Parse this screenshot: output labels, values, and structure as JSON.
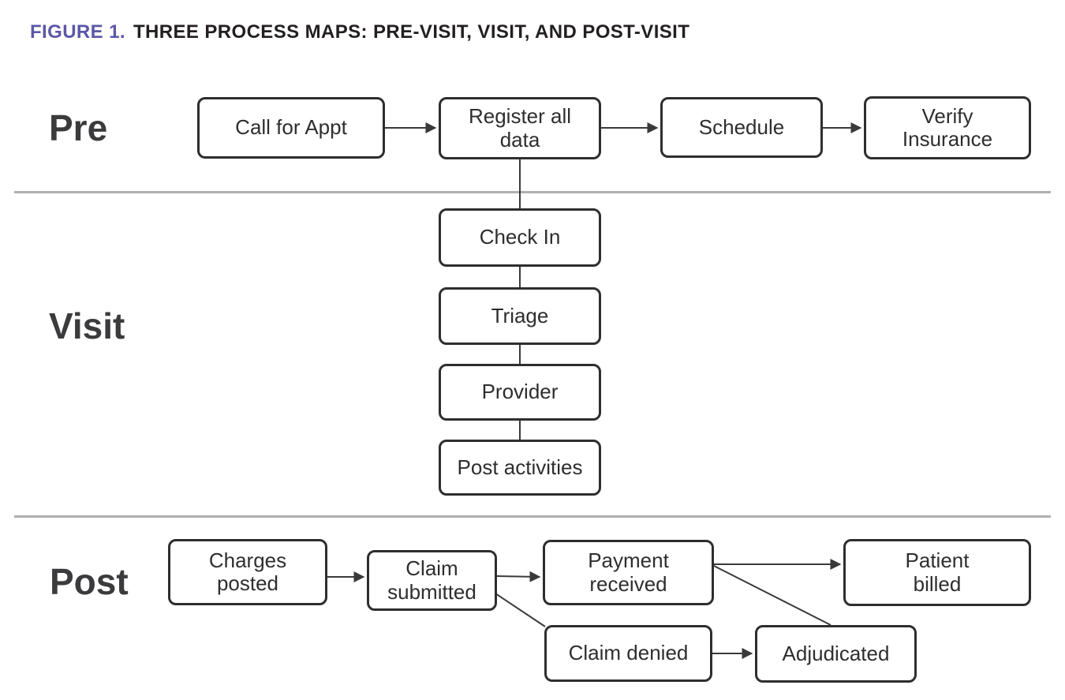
{
  "title": {
    "figure_label": "FIGURE 1.",
    "text": "THREE PROCESS MAPS: PRE-VISIT, VISIT, AND POST-VISIT"
  },
  "colors": {
    "accent_purple": "#5b57a8",
    "title_text": "#231f20",
    "box_border": "#2e2e30",
    "box_text": "#2e2e30",
    "section_label": "#3b3b3d",
    "divider_gray": "#b1afaf",
    "connector": "#3a3a3a",
    "background": "#ffffff"
  },
  "sections": {
    "pre": {
      "label": "Pre",
      "nodes": {
        "call_for_appt": {
          "label": "Call for Appt"
        },
        "register_all_data": {
          "label": "Register all\ndata"
        },
        "schedule": {
          "label": "Schedule"
        },
        "verify_insurance": {
          "label": "Verify\nInsurance"
        }
      }
    },
    "visit": {
      "label": "Visit",
      "nodes": {
        "check_in": {
          "label": "Check In"
        },
        "triage": {
          "label": "Triage"
        },
        "provider": {
          "label": "Provider"
        },
        "post_activities": {
          "label": "Post activities"
        }
      }
    },
    "post": {
      "label": "Post",
      "nodes": {
        "charges_posted": {
          "label": "Charges\nposted"
        },
        "claim_submitted": {
          "label": "Claim\nsubmitted"
        },
        "payment_received": {
          "label": "Payment\nreceived"
        },
        "patient_billed": {
          "label": "Patient\nbilled"
        },
        "claim_denied": {
          "label": "Claim denied"
        },
        "adjudicated": {
          "label": "Adjudicated"
        }
      }
    }
  },
  "edges": [
    {
      "name": "call-for-appt-to-register-all-data",
      "from": "call_for_appt",
      "to": "register_all_data",
      "arrowhead": true
    },
    {
      "name": "register-all-data-to-schedule",
      "from": "register_all_data",
      "to": "schedule",
      "arrowhead": true
    },
    {
      "name": "schedule-to-verify-insurance",
      "from": "schedule",
      "to": "verify_insurance",
      "arrowhead": true
    },
    {
      "name": "register-all-data-to-check-in",
      "from": "register_all_data",
      "to": "check_in",
      "arrowhead": false
    },
    {
      "name": "check-in-to-triage",
      "from": "check_in",
      "to": "triage",
      "arrowhead": false
    },
    {
      "name": "triage-to-provider",
      "from": "triage",
      "to": "provider",
      "arrowhead": false
    },
    {
      "name": "provider-to-post-activities",
      "from": "provider",
      "to": "post_activities",
      "arrowhead": false
    },
    {
      "name": "charges-posted-to-claim-submitted",
      "from": "charges_posted",
      "to": "claim_submitted",
      "arrowhead": true
    },
    {
      "name": "claim-submitted-to-payment-received",
      "from": "claim_submitted",
      "to": "payment_received",
      "arrowhead": true
    },
    {
      "name": "payment-received-to-patient-billed",
      "from": "payment_received",
      "to": "patient_billed",
      "arrowhead": true
    },
    {
      "name": "claim-submitted-to-claim-denied",
      "from": "claim_submitted",
      "to": "claim_denied",
      "arrowhead": false
    },
    {
      "name": "claim-denied-to-adjudicated",
      "from": "claim_denied",
      "to": "adjudicated",
      "arrowhead": true
    },
    {
      "name": "adjudicated-to-payment-received",
      "from": "adjudicated",
      "to": "payment_received",
      "arrowhead": false
    }
  ]
}
